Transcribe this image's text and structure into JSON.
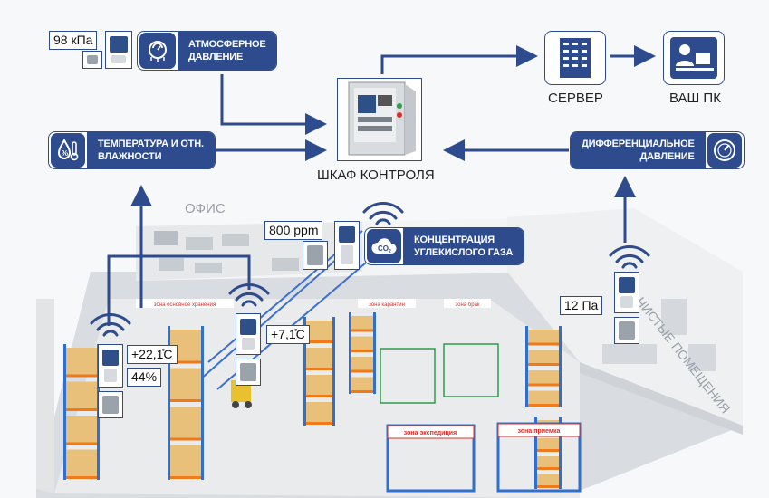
{
  "labels": {
    "atm_pressure_line1": "АТМОСФЕРНОЕ",
    "atm_pressure_line2": "ДАВЛЕНИЕ",
    "temp_line1": "ТЕМПЕРАТУРА И ОТН.",
    "temp_line2": "ВЛАЖНОСТИ",
    "diff_line1": "ДИФФЕРЕНЦИАЛЬНОЕ",
    "diff_line2": "ДАВЛЕНИЕ",
    "co2_line1": "КОНЦЕНТРАЦИЯ",
    "co2_line2": "УГЛЕКИСЛОГО ГАЗА",
    "cabinet": "ШКАФ КОНТРОЛЯ",
    "server": "СЕРВЕР",
    "your_pc": "ВАШ ПК",
    "office": "ОФИС",
    "clean_rooms": "ЧИСТЫЕ ПОМЕЩЕНИЯ"
  },
  "values": {
    "pressure": "98 кПа",
    "co2": "800 ppm",
    "temp1": "+22,1̊С",
    "humidity1": "44%",
    "temp2": "+7,1̊С",
    "diff_pressure": "12 Па"
  },
  "zones": {
    "storage": "зона основное хранения",
    "quarantine": "зона карантин",
    "reject": "зона брак",
    "expedition": "зона экспедиция",
    "receiving": "зона приемка"
  },
  "icons": {
    "co2_symbol": "CO",
    "co2_sub": "2"
  },
  "colors": {
    "brand": "#2d4b8d",
    "rack_blue": "#2f6fd0",
    "rack_orange": "#f07a1a",
    "box": "#e8c07a",
    "zone_red": "#d8302c"
  }
}
